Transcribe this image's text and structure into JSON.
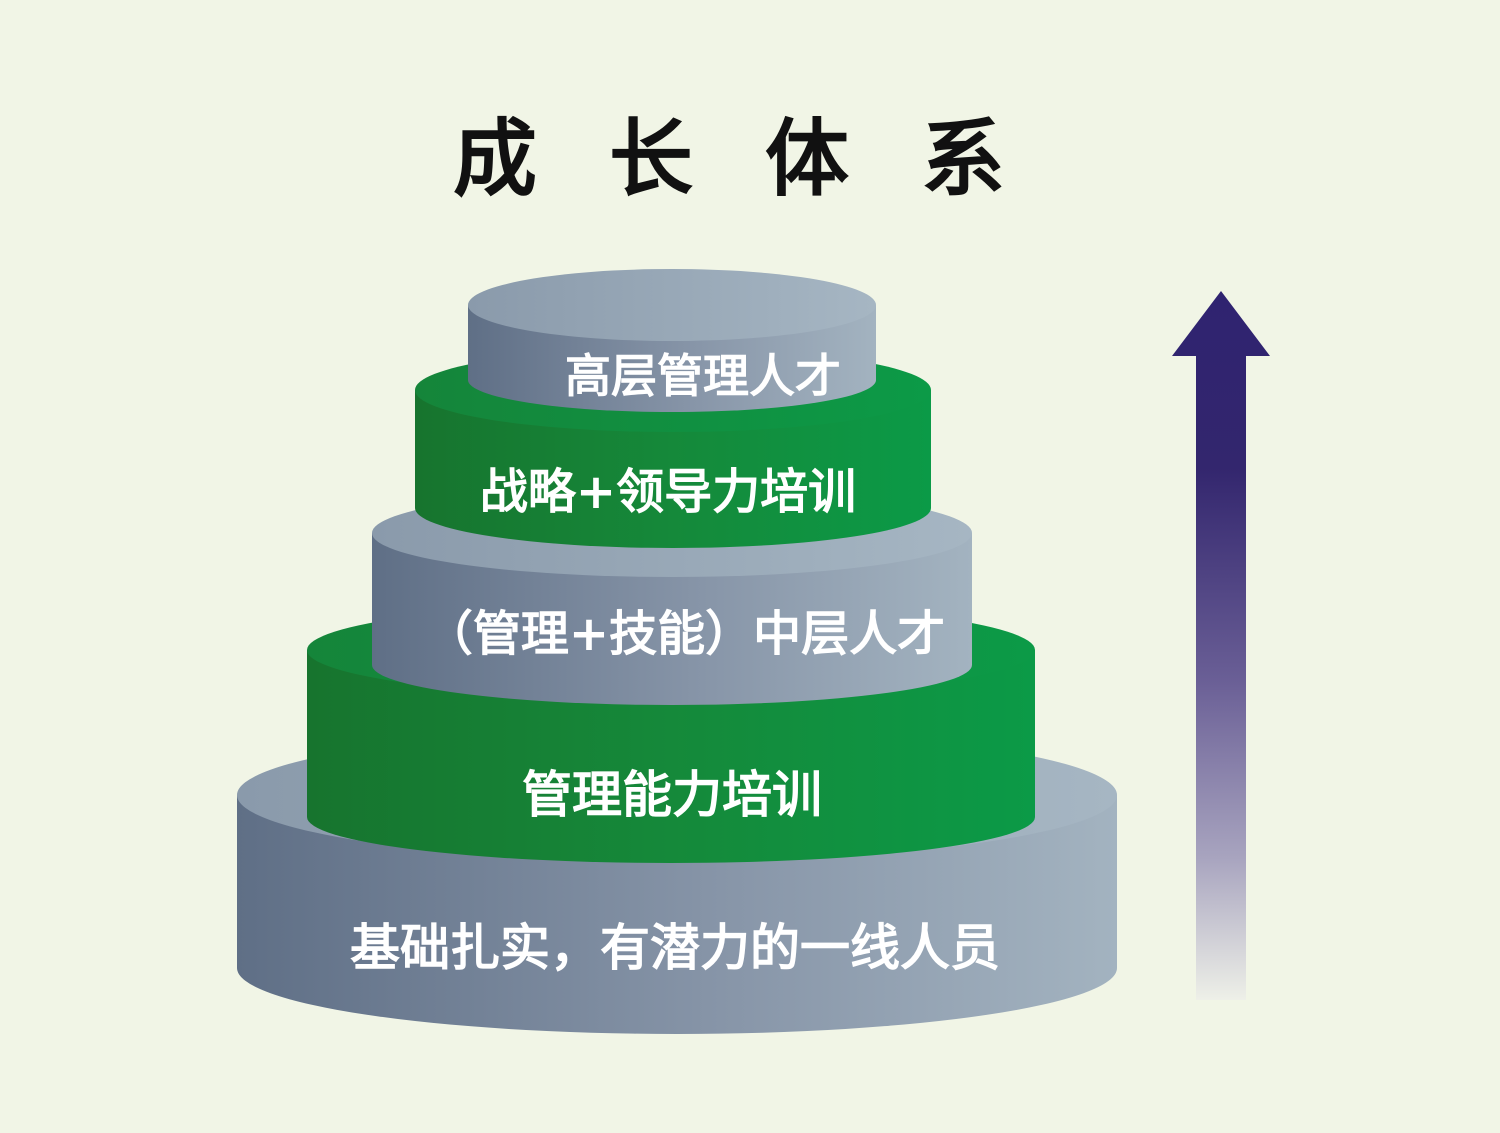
{
  "title": "成长体系",
  "tiers": [
    {
      "label": "基础扎实，有潜力的一线人员",
      "color": "gray"
    },
    {
      "label": "管理能力培训",
      "color": "green"
    },
    {
      "label": "（管理+技能）中层人才",
      "color": "gray"
    },
    {
      "label": "战略+领导力培训",
      "color": "green"
    },
    {
      "label": "高层管理人才",
      "color": "gray"
    }
  ],
  "colors": {
    "background": "#f1f5e6",
    "gray_tier_dark": "#5f6f86",
    "gray_tier_light": "#a2b2bf",
    "green_tier_dark": "#17752e",
    "green_tier_light": "#0a9a46",
    "arrow": "#2f2370"
  },
  "arrow": {
    "direction": "up",
    "icon": "up-arrow-icon"
  }
}
